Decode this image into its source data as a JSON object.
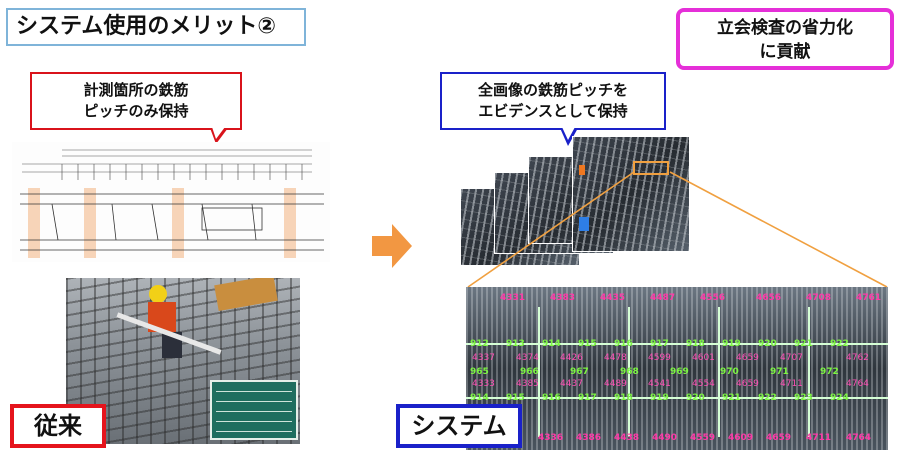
{
  "title": "システム使用のメリット②",
  "badge": {
    "line1": "立会検査の省力化",
    "line2": "に貢献"
  },
  "callout_conventional": {
    "line1": "計測箇所の鉄筋",
    "line2": "ピッチのみ保持"
  },
  "callout_system": {
    "line1": "全画像の鉄筋ピッチを",
    "line2": "エビデンスとして保持"
  },
  "label_conventional": "従来",
  "label_system": "システム",
  "colors": {
    "red": "#d9131b",
    "blue": "#1a21c9",
    "magenta": "#e52fd8",
    "arrow": "#f29742",
    "zoom_line": "#f0a040"
  },
  "zoom_numbers": {
    "top": [
      "4331",
      "4383",
      "4435",
      "4487",
      "4556",
      "4656",
      "4708",
      "4761"
    ],
    "row1": [
      "912",
      "913",
      "914",
      "915",
      "916",
      "917",
      "918",
      "919",
      "920",
      "921",
      "922"
    ],
    "row2": [
      "4337",
      "4374",
      "4426",
      "4478",
      "4599",
      "4601",
      "4659",
      "4707",
      "4762"
    ],
    "row3": [
      "965",
      "966",
      "967",
      "968",
      "969",
      "970",
      "971",
      "972"
    ],
    "row4": [
      "4333",
      "4385",
      "4437",
      "4489",
      "4541",
      "4554",
      "4659",
      "4711",
      "4764"
    ],
    "row5": [
      "914",
      "915",
      "916",
      "917",
      "918",
      "919",
      "920",
      "921",
      "922",
      "923",
      "924"
    ],
    "bottom": [
      "4336",
      "4386",
      "4438",
      "4490",
      "4559",
      "4609",
      "4659",
      "4711",
      "4764"
    ]
  }
}
